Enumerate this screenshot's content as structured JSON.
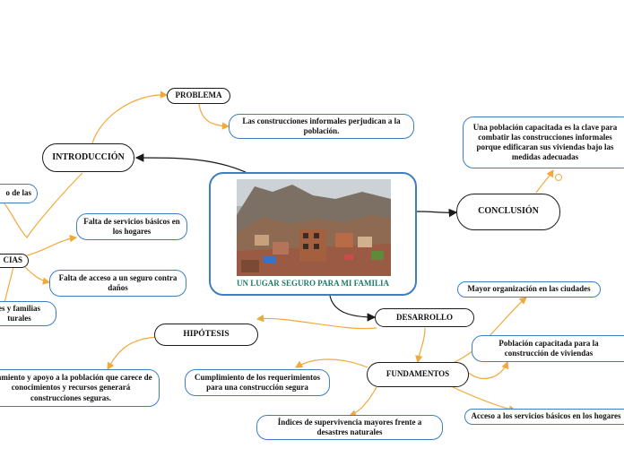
{
  "center": {
    "title": "UN LUGAR SEGURO PARA MI FAMILIA",
    "image": "hillside-informal-housing-photo"
  },
  "nodes": {
    "problema": "PROBLEMA",
    "problema_detalle": "Las construcciones informales perjudican a la población.",
    "introduccion": "INTRODUCCIÓN",
    "intro_left": "o de las",
    "consecuencias": "CIAS",
    "falta_servicios": "Falta de servicios básicos en los hogares",
    "falta_seguro": "Falta de acceso a un seguro contra daños",
    "familias": "es y familias turales",
    "hipotesis": "HIPÓTESIS",
    "hipotesis_detalle": "oramiento y apoyo a la población que carece de conocimientos y recursos generará construcciones seguras.",
    "conclusion": "CONCLUSIÓN",
    "conclusion_detalle": "Una población capacitada es la clave para combatir las construcciones informales porque edificaran sus viviendas bajo las medidas adecuadas",
    "desarrollo": "DESARROLLO",
    "fundamentos": "FUNDAMENTOS",
    "mayor_organizacion": "Mayor organización en las ciudades",
    "poblacion_capacitada": "Población capacitada para la construcción de viviendas",
    "acceso_servicios": "Acceso a los servicios básicos en los hogares",
    "cumplimiento": "Cumplimiento de los requerimientos para una construcción segura",
    "indices": "Índices de supervivencia mayores frente a desastres naturales"
  },
  "colors": {
    "primary_link": "#1a1a1a",
    "secondary_link": "#f2a93b",
    "leaf_border": "#3d7fc2",
    "center_title": "#1f7a6b"
  }
}
